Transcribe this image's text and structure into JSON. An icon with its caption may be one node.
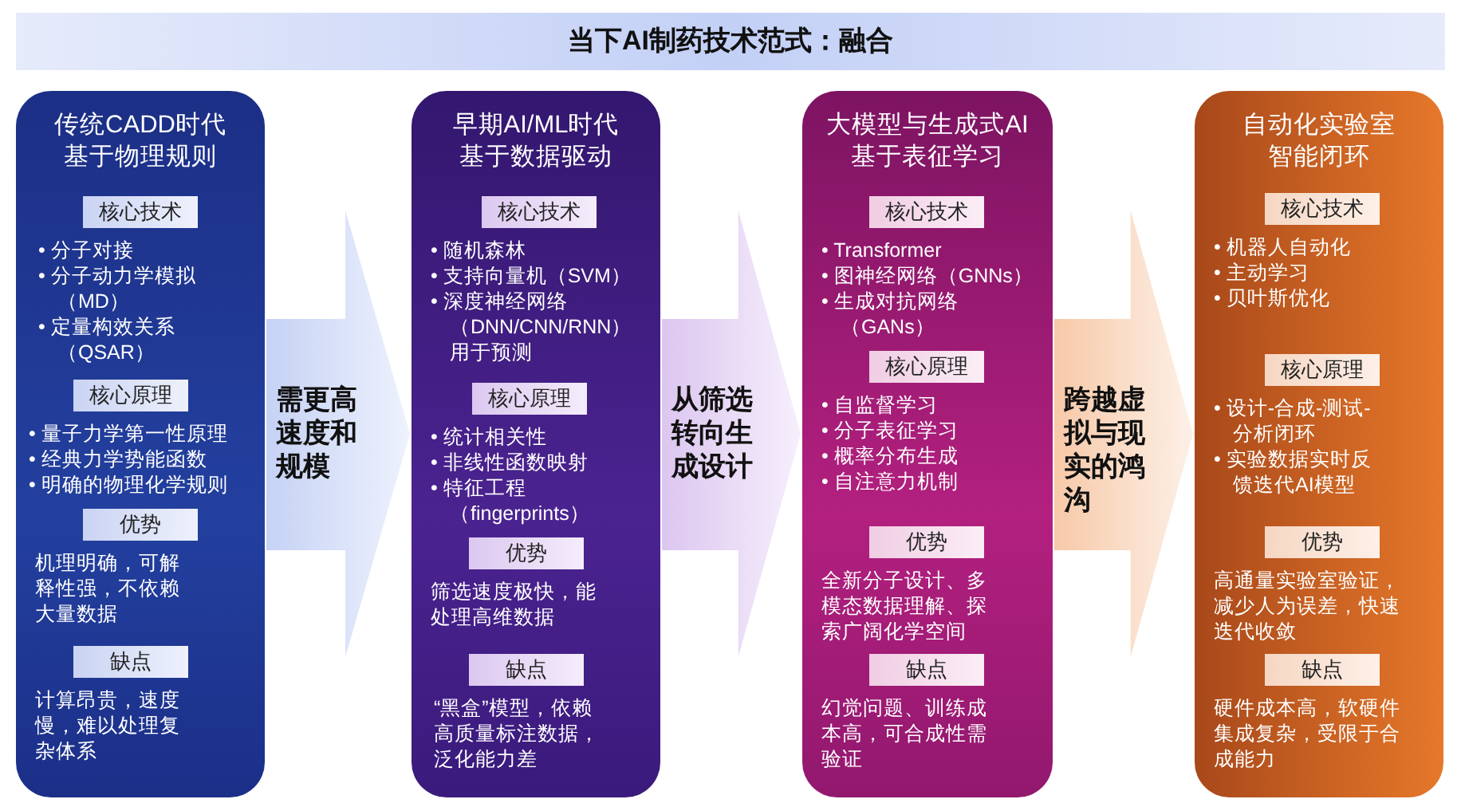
{
  "diagram": {
    "title": "当下AI制药技术范式：融合",
    "nodes": [
      {
        "text": [
          "传统CADD时代基于物理规则"
        ]
      },
      {
        "text": [
          "核心技术"
        ],
        "in": 0,
        "beside": [
          "• 分子对接",
          "• 分子动力学模拟（MD）",
          "• 定量构效关系（QSAR）"
        ]
      },
      {
        "text": [
          "核心原理"
        ],
        "in": 0,
        "beside": [
          "• 量子力学第一性原理",
          "• 经典力学势能函数",
          "• 明确的物理化学规则"
        ]
      },
      {
        "text": [
          "优势"
        ],
        "in": 0,
        "beside": [
          "机理明确，可解释性强，不依赖大量数据"
        ]
      },
      {
        "text": [
          "缺点"
        ],
        "in": 0,
        "beside": [
          "计算昂贵，速度慢，难以处理复杂体系"
        ]
      },
      {
        "text": [
          "早期AI/ML时代基于数据驱动"
        ]
      },
      {
        "text": [
          "核心技术"
        ],
        "in": 5,
        "beside": [
          "• 随机森林",
          "• 支持向量机（SVM）",
          "• 深度神经网络（DNN/CNN/RNN）用于预测"
        ]
      },
      {
        "text": [
          "核心原理"
        ],
        "in": 5,
        "beside": [
          "• 统计相关性",
          "• 非线性函数映射",
          "• 特征工程（fingerprints）"
        ]
      },
      {
        "text": [
          "优势"
        ],
        "in": 5,
        "beside": [
          "筛选速度极快，能处理高维数据"
        ]
      },
      {
        "text": [
          "缺点"
        ],
        "in": 5,
        "beside": [
          "“黑盒”模型，依赖高质量标注数据，泛化能力差"
        ]
      },
      {
        "text": [
          "大模型与生成式AI基于表征学习"
        ]
      },
      {
        "text": [
          "核心技术"
        ],
        "in": 10,
        "beside": [
          "• Transformer",
          "• 图神经网络（GNNs）",
          "• 生成对抗网络（GANs）"
        ]
      },
      {
        "text": [
          "核心原理"
        ],
        "in": 10,
        "beside": [
          "• 自监督学习",
          "• 分子表征学习",
          "• 概率分布生成",
          "• 自注意力机制"
        ]
      },
      {
        "text": [
          "优势"
        ],
        "in": 10,
        "beside": [
          "全新分子设计、多模态数据理解、探索广阔化学空间"
        ]
      },
      {
        "text": [
          "缺点"
        ],
        "in": 10,
        "beside": [
          "幻觉问题、训练成本高，可合成性需验证"
        ]
      },
      {
        "text": [
          "自动化实验室智能闭环"
        ]
      },
      {
        "text": [
          "核心技术"
        ],
        "in": 15,
        "beside": [
          "• 机器人自动化",
          "• 主动学习",
          "• 贝叶斯优化"
        ]
      },
      {
        "text": [
          "核心原理"
        ],
        "in": 15,
        "beside": [
          "• 设计-合成-测试-分析闭环",
          "• 实验数据实时反馈迭代AI模型"
        ]
      },
      {
        "text": [
          "优势"
        ],
        "in": 15,
        "beside": [
          "高通量实验室验证，减少人为误差，快速迭代收敛"
        ]
      },
      {
        "text": [
          "缺点"
        ],
        "in": 15,
        "beside": [
          "硬件成本高，软硬件集成复杂，受限于合成能力"
        ]
      }
    ],
    "edges": [
      {
        "from": 0,
        "to": 5,
        "arrow": "to",
        "label": "需更高速度和规模"
      },
      {
        "from": 5,
        "to": 10,
        "arrow": "to",
        "label": "从筛选转向生成设计"
      },
      {
        "from": 10,
        "to": 15,
        "arrow": "to",
        "label": "跨越虚拟与现实的鸿沟"
      }
    ]
  }
}
